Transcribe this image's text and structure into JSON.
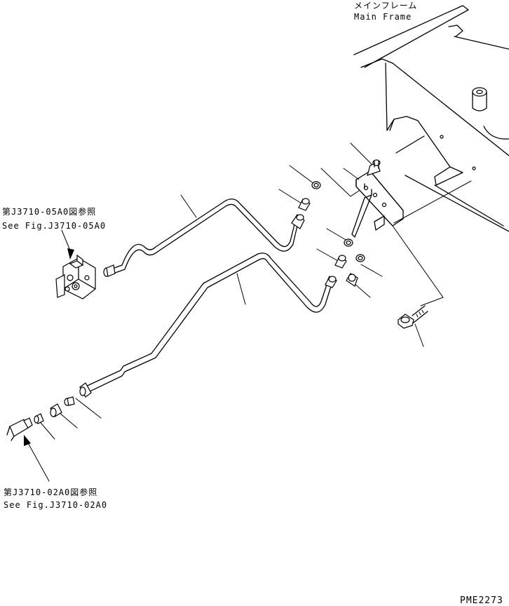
{
  "labels": {
    "frame_jp": "メインフレーム",
    "frame_en": "Main Frame",
    "ref_upper_jp": "第J3710-05A0図参照",
    "ref_upper_en": "See Fig.J3710-05A0",
    "ref_lower_jp": "第J3710-02A0図参照",
    "ref_lower_en": "See Fig.J3710-02A0",
    "drawing_code": "PME2273"
  }
}
